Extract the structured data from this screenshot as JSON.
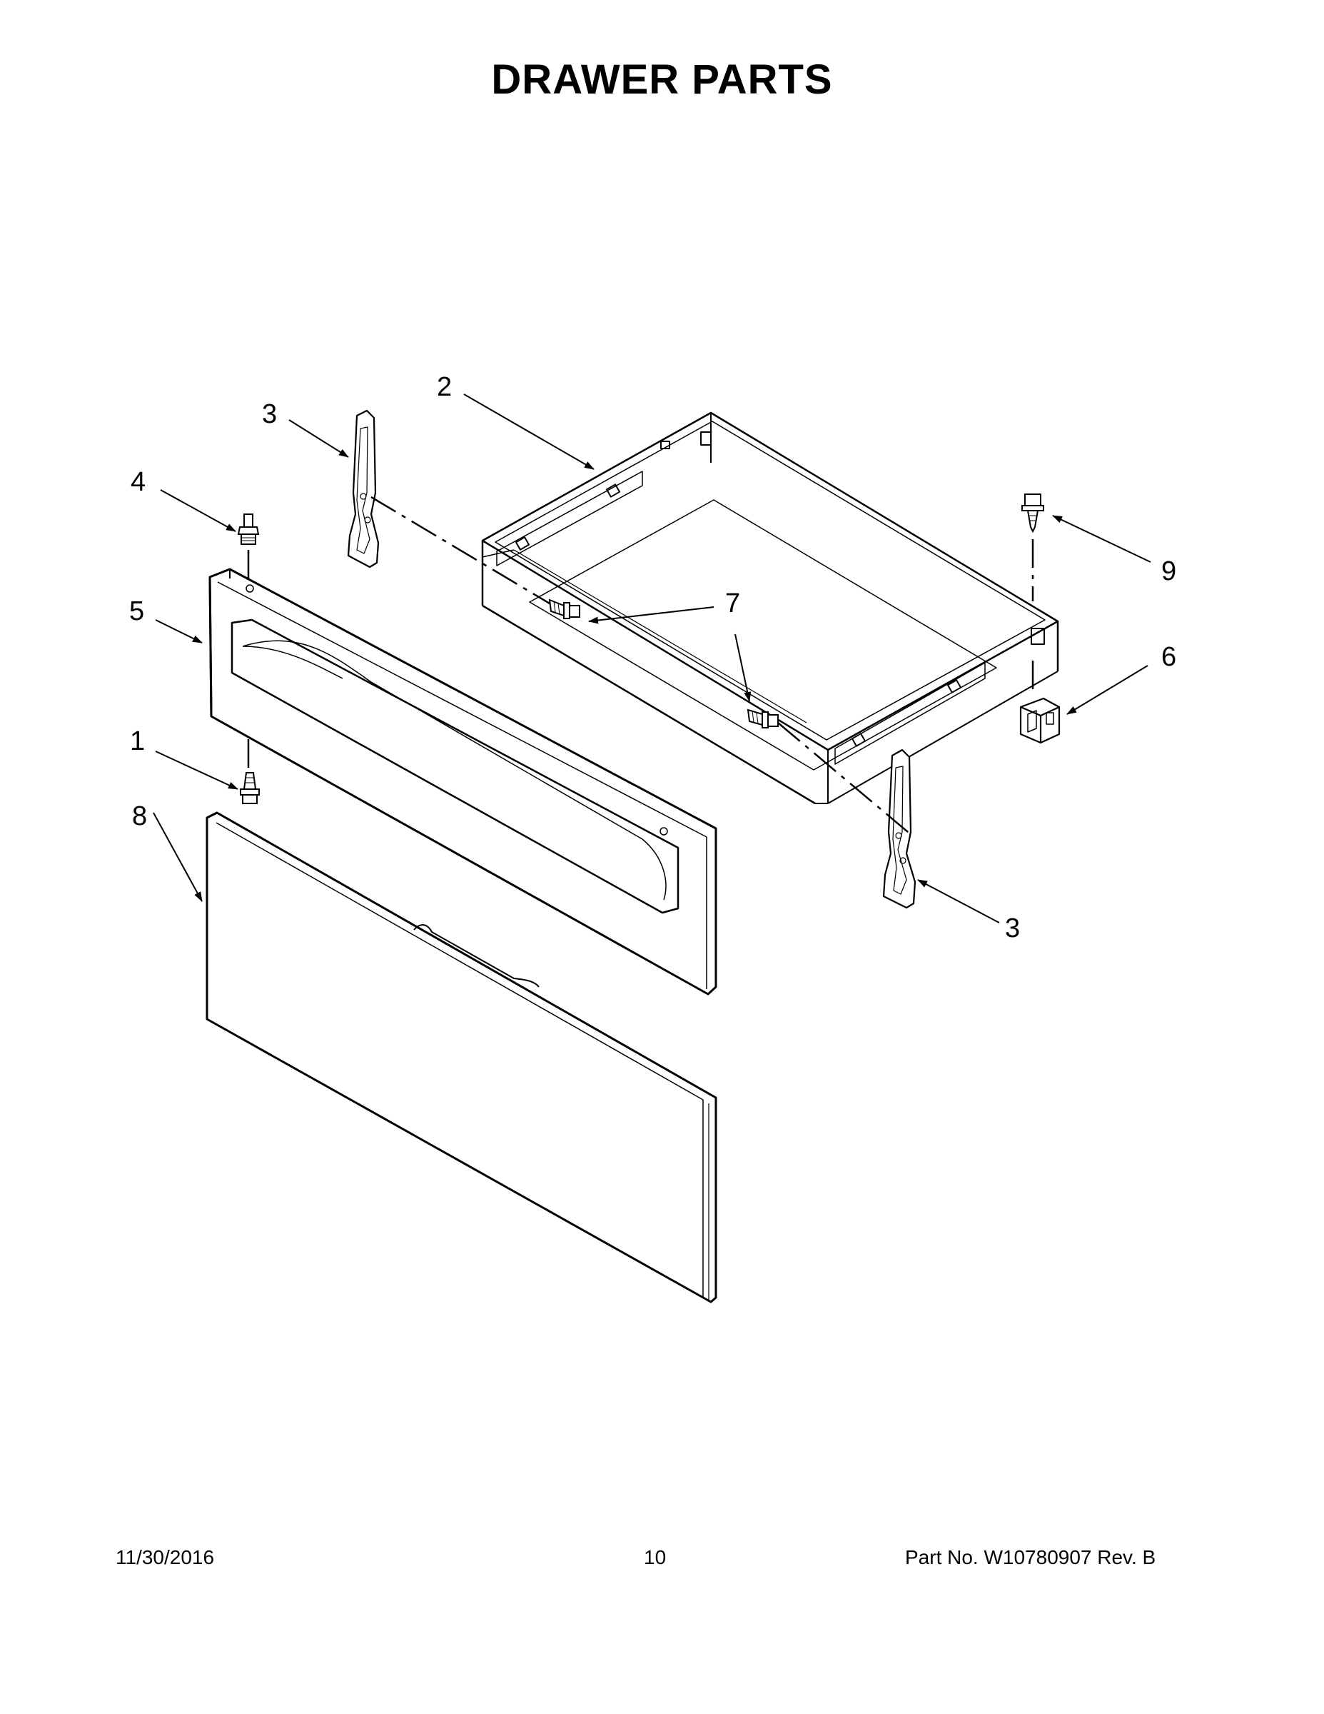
{
  "title": "DRAWER PARTS",
  "callouts": {
    "c1": "1",
    "c2": "2",
    "c3a": "3",
    "c3b": "3",
    "c4": "4",
    "c5": "5",
    "c6": "6",
    "c7": "7",
    "c8": "8",
    "c9": "9"
  },
  "footer": {
    "date": "11/30/2016",
    "page": "10",
    "part": "Part No.  W10780907  Rev.  B"
  }
}
